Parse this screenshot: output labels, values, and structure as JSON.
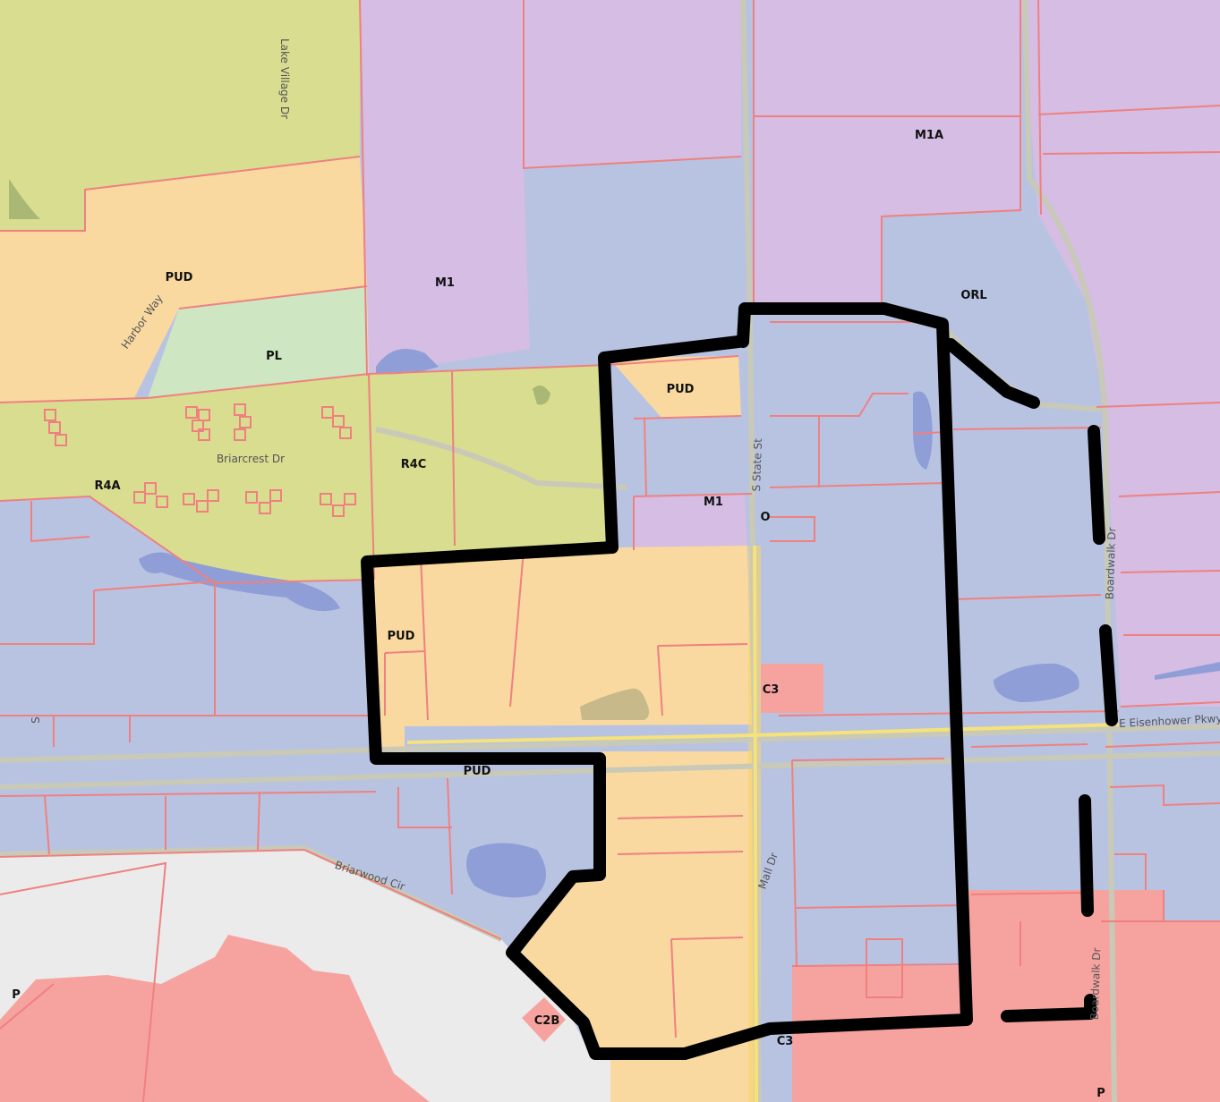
{
  "zones": {
    "pud_nw": "PUD",
    "pl": "PL",
    "r4a": "R4A",
    "r4c": "R4C",
    "m1_north": "M1",
    "m1a": "M1A",
    "orl": "ORL",
    "pud_center_top": "PUD",
    "m1_center": "M1",
    "o": "O",
    "pud_west": "PUD",
    "c3": "C3",
    "pud_south": "PUD",
    "c2b": "C2B",
    "c3_south": "C3",
    "p_west": "P",
    "p_south": "P"
  },
  "streets": {
    "lake_village": "Lake Village Dr",
    "harbor_way": "Harbor Way",
    "briarcrest": "Briarcrest Dr",
    "state_st": "S State St",
    "boardwalk_north": "Boardwalk Dr",
    "eisenhower": "E Eisenhower Pkwy",
    "briarwood_cir": "Briarwood Cir",
    "mall_dr": "Mall Dr",
    "boardwalk_south": "Boardwalk Dr",
    "s_west": "S"
  },
  "colors": {
    "pud": "#f9d9a0",
    "residential": "#d8dd8f",
    "park": "#cfe6c2",
    "industrial": "#d5bde3",
    "office": "#b8c3e2",
    "commercial": "#f6a3a0",
    "parcel_line": "#f08080",
    "boundary": "#000000"
  }
}
